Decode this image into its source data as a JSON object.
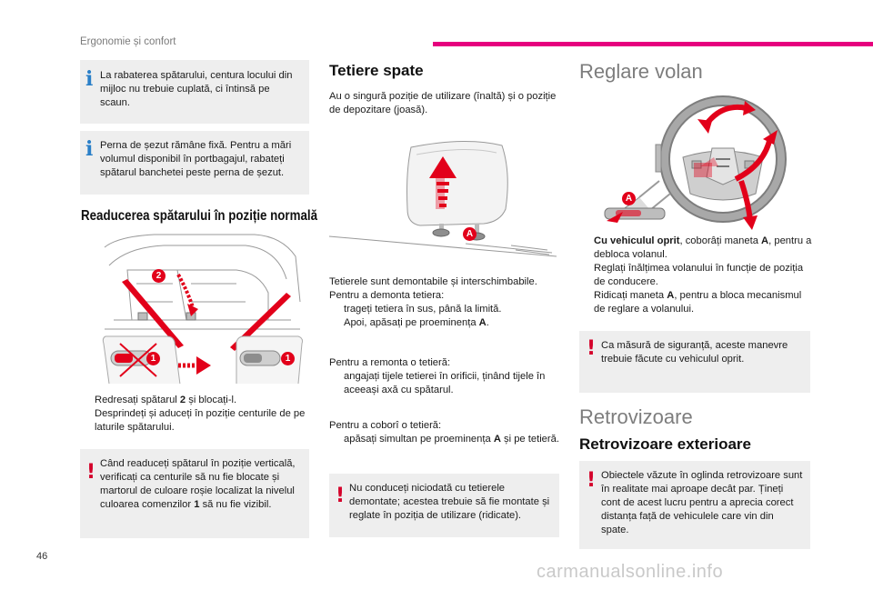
{
  "header": {
    "title": "Ergonomie și confort"
  },
  "page_number": "46",
  "watermark": "carmanualsonline.info",
  "col1": {
    "info1": "La rabaterea spătarului, centura locului din mijloc nu trebuie cuplată, ci întinsă pe scaun.",
    "info2": "Perna de șezut rămâne fixă. Pentru a mări volumul disponibil în portbagajul, rabateți spătarul banchetei peste perna de șezut.",
    "heading": "Readucerea spătarului în poziție normală",
    "bullet1": {
      "a": "Redresați spătarul ",
      "b": "2",
      "c": " și blocați-l."
    },
    "bullet2": "Desprindeți și aduceți în poziție centurile de pe laturile spătarului.",
    "warning": {
      "a": "Când readuceți spătarul în poziție verticală, verificați ca centurile să nu fie blocate și martorul de culoare roșie localizat la nivelul culoarea comenzilor ",
      "b": "1",
      "c": " să nu fie vizibil."
    },
    "labels": {
      "two": "2",
      "one_left": "1",
      "one_right": "1"
    }
  },
  "col2": {
    "heading": "Tetiere spate",
    "intro": "Au o singură poziție de utilizare (înaltă) și o poziție de depozitare (joasă).",
    "label_a": "A",
    "remove_intro": "Tetierele sunt demontabile și interschimbabile. Pentru a demonta tetiera:",
    "remove_b1": "trageți tetiera în sus, până la limită.",
    "remove_b2": {
      "a": "Apoi, apăsați pe proeminența ",
      "b": "A",
      "c": "."
    },
    "refit_intro": "Pentru a remonta o tetieră:",
    "refit_b1": "angajați tijele tetierei în orificii, ținând tijele în aceeași axă cu spătarul.",
    "lower_intro": "Pentru a coborî o tetieră:",
    "lower_b1": {
      "a": "apăsați simultan pe proeminența ",
      "b": "A",
      "c": " și pe tetieră."
    },
    "warning": "Nu conduceți niciodată cu tetierele demontate; acestea trebuie să fie montate și reglate în poziția de utilizare (ridicate)."
  },
  "col3": {
    "heading": "Reglare volan",
    "label_a": "A",
    "b1": {
      "a": "Cu vehiculul oprit",
      "b": ", coborâți maneta ",
      "c": "A",
      "d": ", pentru a debloca volanul."
    },
    "b2": "Reglați înălțimea volanului în funcție de poziția de conducere.",
    "b3": {
      "a": "Ridicați maneta ",
      "b": "A",
      "c": ", pentru a bloca mecanismul de reglare a volanului."
    },
    "warning": "Ca măsură de siguranță, aceste manevre trebuie făcute cu vehiculul oprit.",
    "heading2": "Retrovizoare",
    "subheading": "Retrovizoare exterioare",
    "warning2": "Obiectele văzute în oglinda retrovizoare sunt în realitate mai aproape decât par. Țineți cont de acest lucru pentru a aprecia corect distanța față de vehiculele care vin din spate."
  },
  "glyphs": {
    "bullet": "",
    "info": "i",
    "warn": "!"
  },
  "colors": {
    "accent": "#e6007e",
    "info_blue": "#2a7fc8",
    "warn_red": "#d4002a",
    "arrow_red": "#e2001a",
    "box_gray": "#eeeeee"
  }
}
